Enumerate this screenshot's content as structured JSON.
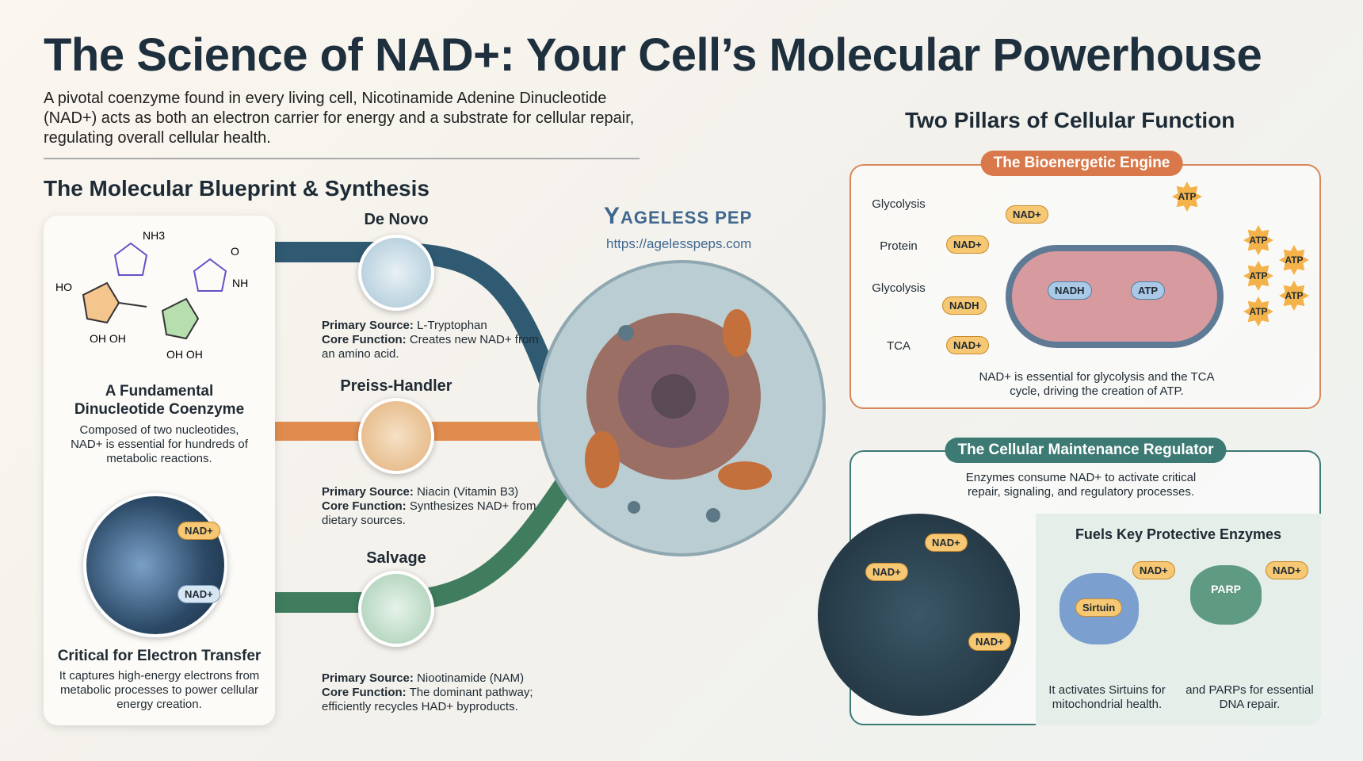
{
  "title": {
    "pre": "The Science of ",
    "bold": "NAD+",
    "post": ": Your Cell’s Molecular Powerhouse"
  },
  "intro": "A pivotal coenzyme found in every living cell, Nicotinamide Adenine Dinucleotide (NAD+) acts as both an electron carrier for energy and a substrate for cellular repair, regulating overall cellular health.",
  "blueprint": {
    "heading": "The Molecular Blueprint & Synthesis",
    "molecule_labels": {
      "nh3": "NH3",
      "ho": "HO",
      "oh1": "OH OH",
      "oh2": "OH OH",
      "nh": "NH",
      "o": "O"
    },
    "card1": {
      "title": "A Fundamental Dinucleotide Coenzyme",
      "text": "Composed of two nucleotides, NAD+ is essential for hundreds of metabolic reactions."
    },
    "card2": {
      "title": "Critical for Electron Transfer",
      "text": "It captures high-energy electrons from metabolic processes to power cellular energy creation.",
      "tag1": "NAD+",
      "tag2": "NAD+"
    }
  },
  "pathways": [
    {
      "name": "De Novo",
      "source_label": "Primary Source:",
      "source": "L-Tryptophan",
      "function_label": "Core Function:",
      "function": "Creates new NAD+ from an amino acid.",
      "color": "#2f5a72"
    },
    {
      "name": "Preiss-Handler",
      "source_label": "Primary Source:",
      "source": "Niacin (Vitamin B3)",
      "function_label": "Core Function:",
      "function": "Synthesizes NAD+ from dietary sources.",
      "color": "#e08c4e"
    },
    {
      "name": "Salvage",
      "source_label": "Primary Source:",
      "source": "Niootinamide (NAM)",
      "function_label": "Core Function:",
      "function": "The dominant pathway; efficiently recycles HAD+ byproducts.",
      "color": "#3f7d5e"
    }
  ],
  "logo": {
    "brand": "AGELESS PEP",
    "url": "https://agelesspeps.com"
  },
  "pillars": {
    "heading": "Two Pillars of Cellular Function",
    "bioenergetic": {
      "title": "The Bioenergetic Engine",
      "flow": [
        "Glycolysis",
        "Protein",
        "Glycolysis",
        "TCA"
      ],
      "tags": [
        "NAD+",
        "NAD+",
        "NADH",
        "NAD+"
      ],
      "mito_tags": [
        "NADH",
        "ATP"
      ],
      "atp": "ATP",
      "caption": "NAD+ is essential for glycolysis and the TCA cycle, driving the creation of ATP.",
      "color": "#d9784a"
    },
    "maintenance": {
      "title": "The Cellular Maintenance Regulator",
      "text": "Enzymes consume NAD+ to activate critical repair, signaling, and regulatory processes.",
      "tag": "NAD+",
      "sub_heading": "Fuels Key Protective Enzymes",
      "sirtuin": "Sirtuin",
      "parp": "PARP",
      "sirtuin_caption": "It activates Sirtuins for mitochondrial health.",
      "parp_caption": "and PARPs for essential DNA repair.",
      "color": "#3d7a74"
    }
  }
}
